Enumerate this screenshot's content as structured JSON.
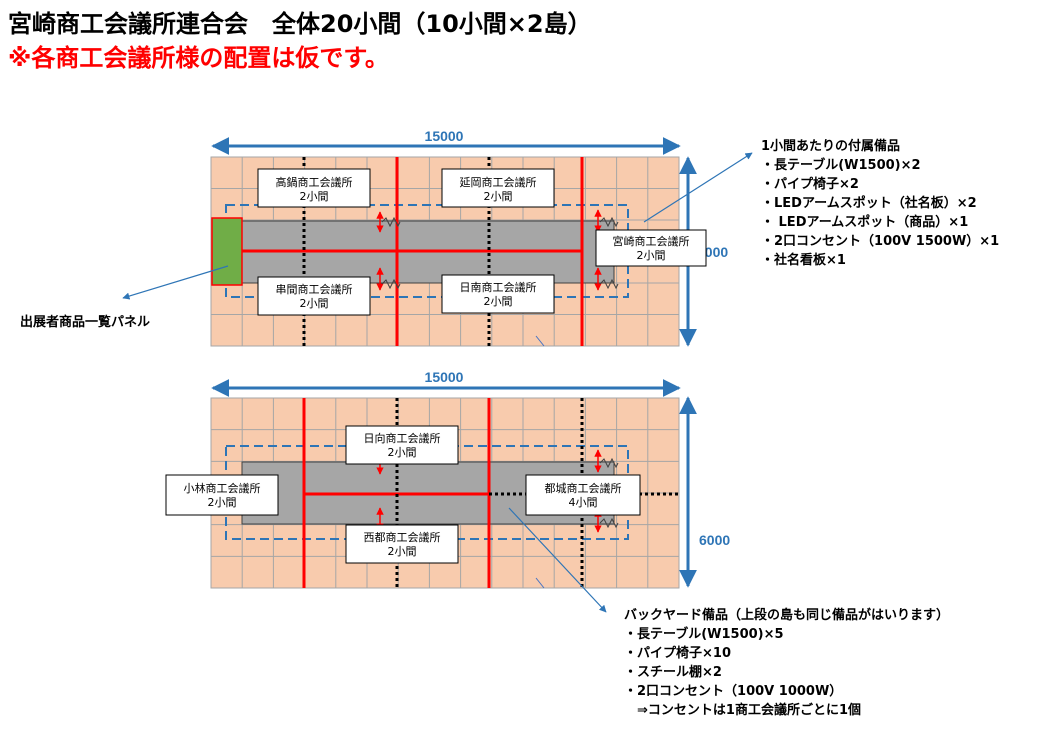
{
  "title": {
    "line1": "宮崎商工会議所連合会　全体20小間（10小間×2島）",
    "line2": "※各商工会議所様の配置は仮です。"
  },
  "colors": {
    "booth": "#f8cbad",
    "grid": "#a6a6a6",
    "island": "#a6a6a6",
    "red": "#ff0000",
    "blue": "#2e75b6",
    "panel": "#70ad47",
    "text": "#000000"
  },
  "top_island": {
    "width_label": "15000",
    "height_label": "6000",
    "booths": [
      {
        "name": "高鍋商工会議所",
        "size": "2小間"
      },
      {
        "name": "延岡商工会議所",
        "size": "2小間"
      },
      {
        "name": "宮崎商工会議所",
        "size": "2小間"
      },
      {
        "name": "串間商工会議所",
        "size": "2小間"
      },
      {
        "name": "日南商工会議所",
        "size": "2小間"
      }
    ]
  },
  "bottom_island": {
    "width_label": "15000",
    "height_label": "6000",
    "booths": [
      {
        "name": "日向商工会議所",
        "size": "2小間"
      },
      {
        "name": "小林商工会議所",
        "size": "2小間"
      },
      {
        "name": "都城商工会議所",
        "size": "4小間"
      },
      {
        "name": "西都商工会議所",
        "size": "2小間"
      }
    ]
  },
  "panel_label": "出展者商品一覧パネル",
  "per_booth": {
    "heading": "1小間あたりの付属備品",
    "items": [
      "・長テーブル(W1500)×2",
      "・パイプ椅子×2",
      "・LEDアームスポット（社名板）×2",
      "・ LEDアームスポット（商品）×1",
      "・2口コンセント（100V 1500W）×1",
      "・社名看板×1"
    ]
  },
  "backyard": {
    "heading": "バックヤード備品（上段の島も同じ備品がはいります）",
    "items": [
      "・長テーブル(W1500)×5",
      "・パイプ椅子×10",
      "・スチール棚×2",
      "・2口コンセント（100V 1000W）",
      "　⇒コンセントは1商工会議所ごとに1個"
    ]
  }
}
